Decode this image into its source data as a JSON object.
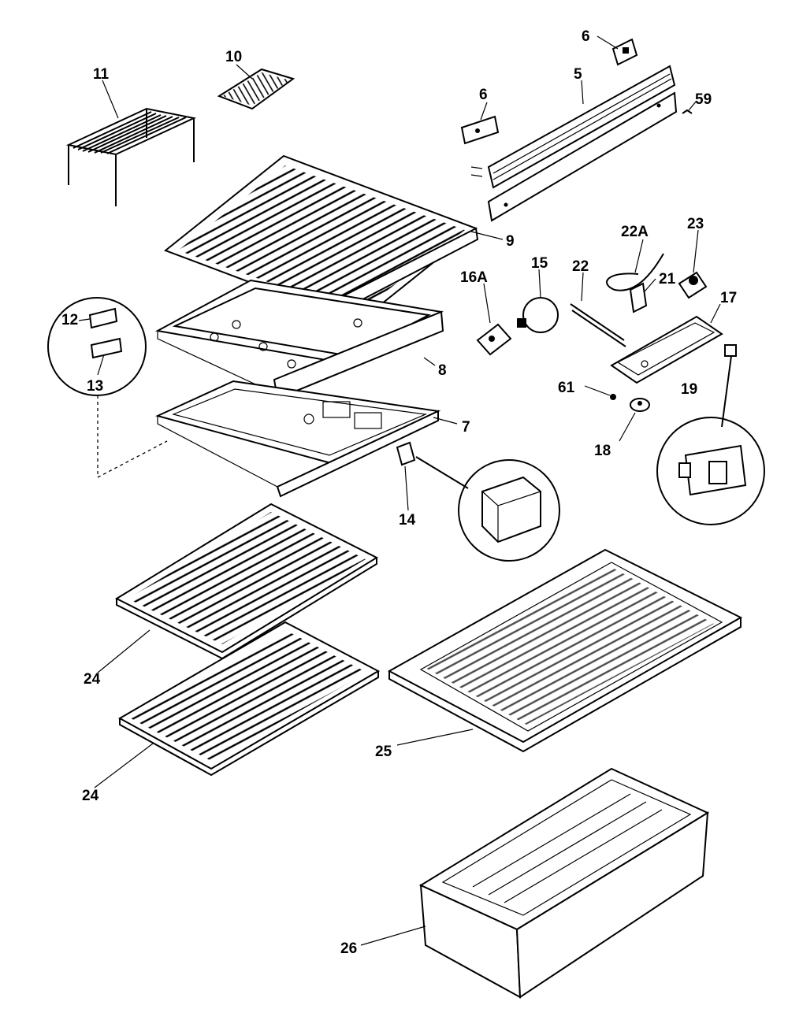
{
  "diagram": {
    "labels": [
      "11",
      "10",
      "6",
      "5",
      "6",
      "59",
      "9",
      "22A",
      "23",
      "16A",
      "15",
      "22",
      "21",
      "17",
      "12",
      "13",
      "8",
      "61",
      "19",
      "7",
      "18",
      "14",
      "24",
      "24",
      "25",
      "26"
    ]
  }
}
